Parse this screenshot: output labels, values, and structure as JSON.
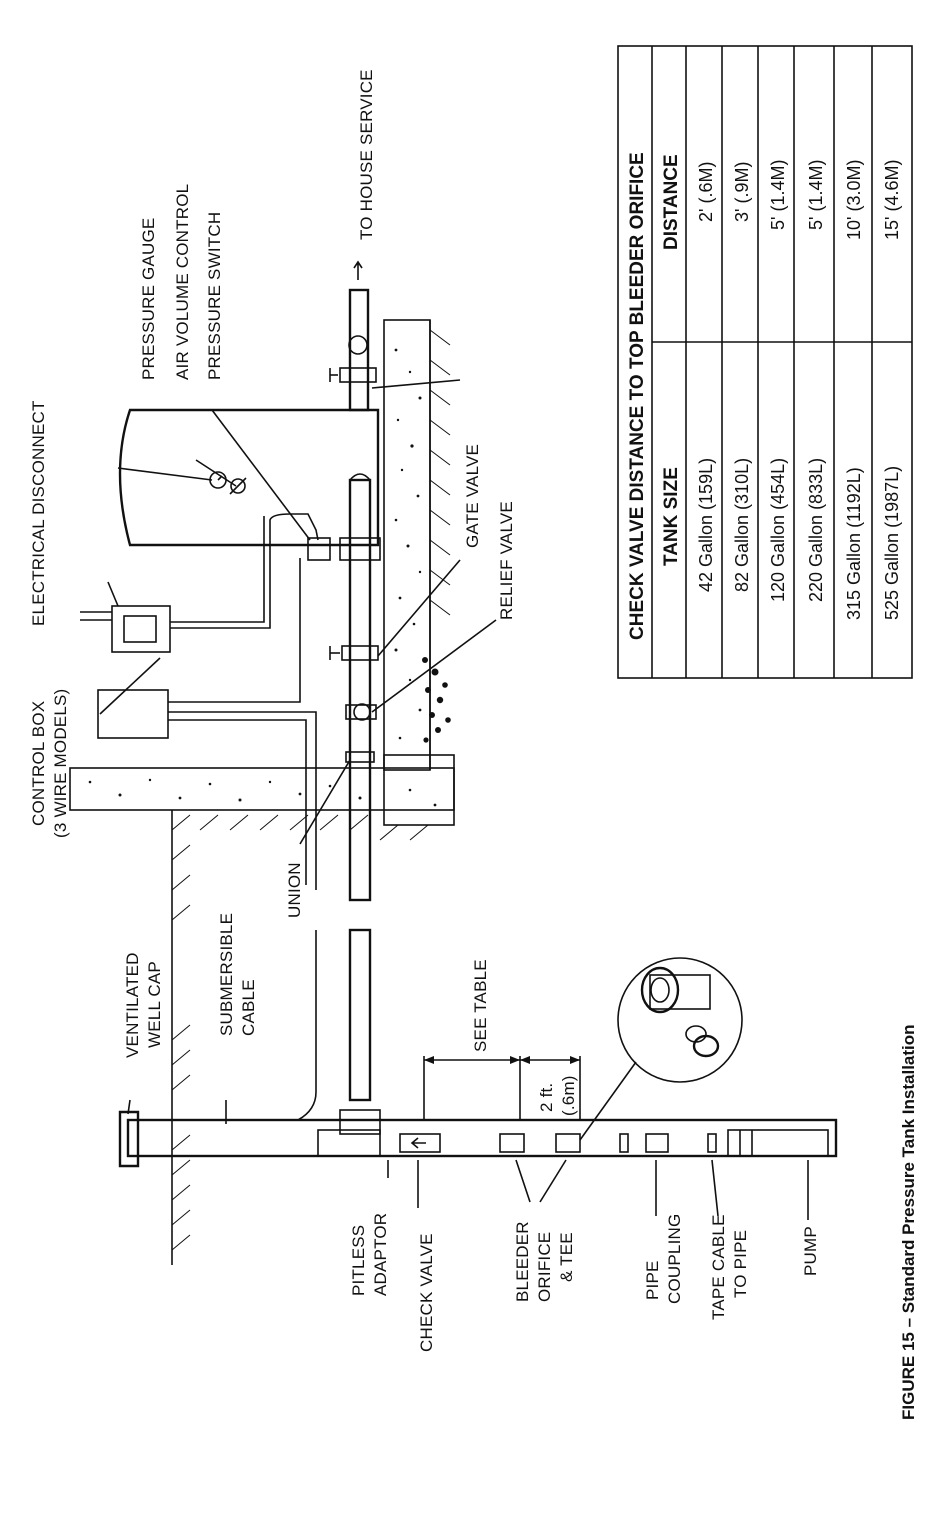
{
  "diagram": {
    "caption": "FIGURE 15 – Standard Pressure Tank Installation",
    "labels": {
      "to_house_service": "TO HOUSE SERVICE",
      "pressure_gauge": "PRESSURE GAUGE",
      "air_volume_control": "AIR VOLUME CONTROL",
      "pressure_switch": "PRESSURE SWITCH",
      "electrical_disconnect": "ELECTRICAL DISCONNECT",
      "control_box_1": "CONTROL BOX",
      "control_box_2": "(3 WIRE MODELS)",
      "gate_valve": "GATE VALVE",
      "relief_valve": "RELIEF VALVE",
      "union": "UNION",
      "ventilated_1": "VENTILATED",
      "ventilated_2": "WELL CAP",
      "submersible_1": "SUBMERSIBLE",
      "submersible_2": "CABLE",
      "see_table": "SEE TABLE",
      "two_ft_1": "2 ft.",
      "two_ft_2": "(.6m)",
      "pitless_1": "PITLESS",
      "pitless_2": "ADAPTOR",
      "check_valve": "CHECK VALVE",
      "bleeder_1": "BLEEDER",
      "bleeder_2": "ORIFICE",
      "bleeder_3": "& TEE",
      "pipe_1": "PIPE",
      "pipe_2": "COUPLING",
      "tape_1": "TAPE CABLE",
      "tape_2": "TO PIPE",
      "pump": "PUMP"
    }
  },
  "table": {
    "title": "CHECK VALVE DISTANCE TO TOP BLEEDER ORIFICE",
    "headers": [
      "TANK SIZE",
      "DISTANCE"
    ],
    "rows": [
      [
        "42 Gallon (159L)",
        "2' (.6M)"
      ],
      [
        "82 Gallon (310L)",
        "3' (.9M)"
      ],
      [
        "120 Gallon (454L)",
        "5' (1.4M)"
      ],
      [
        "220 Gallon (833L)",
        "5' (1.4M)"
      ],
      [
        "315 Gallon (1192L)",
        "10' (3.0M)"
      ],
      [
        "525 Gallon (1987L)",
        "15' (4.6M)"
      ]
    ]
  }
}
